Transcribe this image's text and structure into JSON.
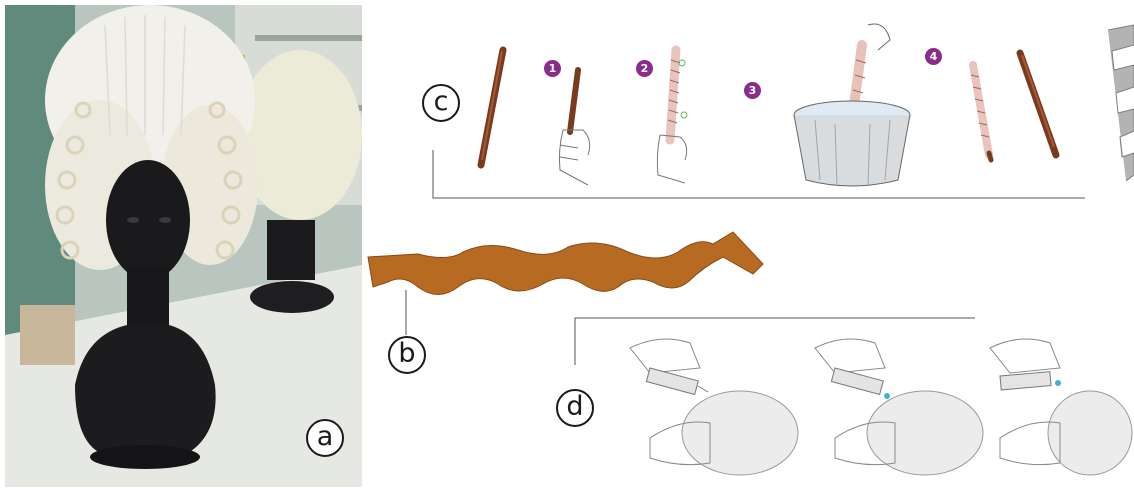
{
  "panels": {
    "a": {
      "label": "a"
    },
    "b": {
      "label": "b"
    },
    "c": {
      "label": "c",
      "steps": [
        "1",
        "2",
        "3",
        "4"
      ]
    },
    "d": {
      "label": "d"
    }
  },
  "colors": {
    "wood": "#7a3a1e",
    "wood_light": "#b4451f",
    "purple": "#8a2c8a",
    "frame": "#1a1a1a",
    "photo_bg": "#8fa79c"
  }
}
